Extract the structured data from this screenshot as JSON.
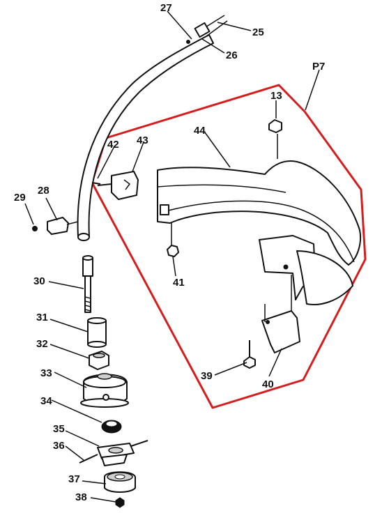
{
  "diagram": {
    "colors": {
      "outline": "#111111",
      "highlight": "#d61c1c",
      "background": "#ffffff"
    },
    "callouts": {
      "c25": "25",
      "c26": "26",
      "c27": "27",
      "c28": "28",
      "c29": "29",
      "c30": "30",
      "c31": "31",
      "c32": "32",
      "c33": "33",
      "c34": "34",
      "c35": "35",
      "c36": "36",
      "c37": "37",
      "c38": "38",
      "c39": "39",
      "c40": "40",
      "c41": "41",
      "c42": "42",
      "c43": "43",
      "c44": "44",
      "c13": "13",
      "p7": "P7"
    }
  }
}
